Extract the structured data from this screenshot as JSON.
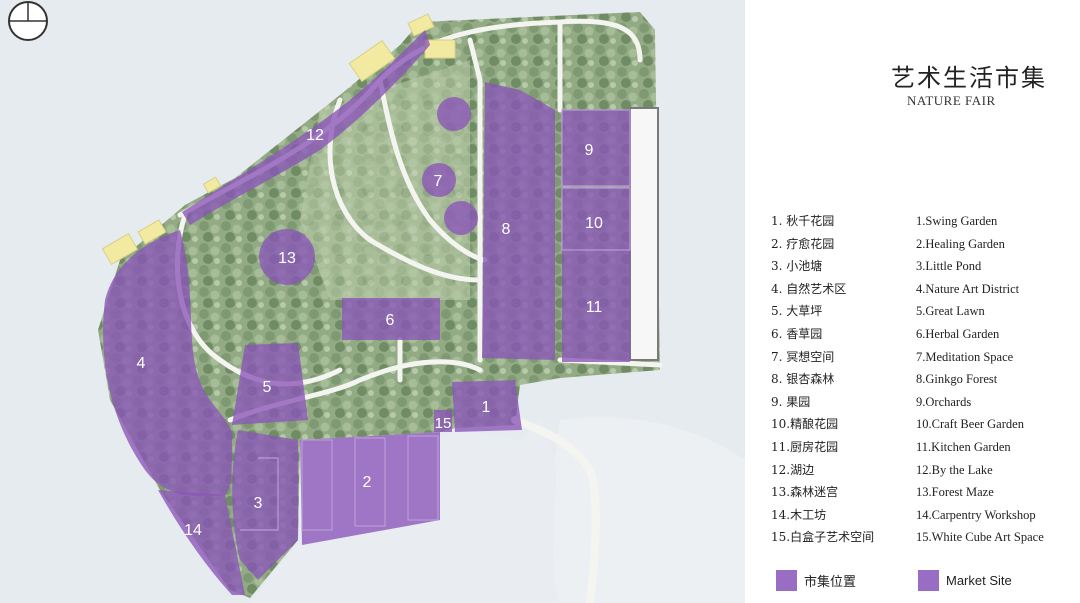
{
  "title_cn": "艺术生活市集",
  "title_en": "NATURE FAIR",
  "colors": {
    "market": "#8b55b8",
    "market_swatch": "#9a6dc4",
    "water": "#e9edf2",
    "forest": "#8fa880",
    "path": "#f4f5f1",
    "building": "#f3eaa2"
  },
  "compass_icon": "compass-rose-icon",
  "legend_cn": [
    "1. 秋千花园",
    "2. 疗愈花园",
    "3. 小池塘",
    "4. 自然艺术区",
    "5. 大草坪",
    "6. 香草园",
    "7. 冥想空间",
    "8. 银杏森林",
    "9. 果园",
    "10.精酿花园",
    "11.厨房花园",
    "12.湖边",
    "13.森林迷宫",
    "14.木工坊",
    "15.白盒子艺术空间"
  ],
  "legend_en": [
    "1.Swing Garden",
    "2.Healing Garden",
    "3.Little Pond",
    "4.Nature Art District",
    "5.Great Lawn",
    "6.Herbal Garden",
    "7.Meditation Space",
    "8.Ginkgo  Forest",
    "9.Orchards",
    "10.Craft Beer Garden",
    "11.Kitchen Garden",
    "12.By the Lake",
    "13.Forest Maze",
    "14.Carpentry Workshop",
    "15.White Cube Art Space"
  ],
  "key_cn": "市集位置",
  "key_en": "Market Site",
  "zones": [
    "1",
    "2",
    "3",
    "4",
    "5",
    "6",
    "7",
    "8",
    "9",
    "10",
    "11",
    "12",
    "13",
    "14",
    "15"
  ]
}
